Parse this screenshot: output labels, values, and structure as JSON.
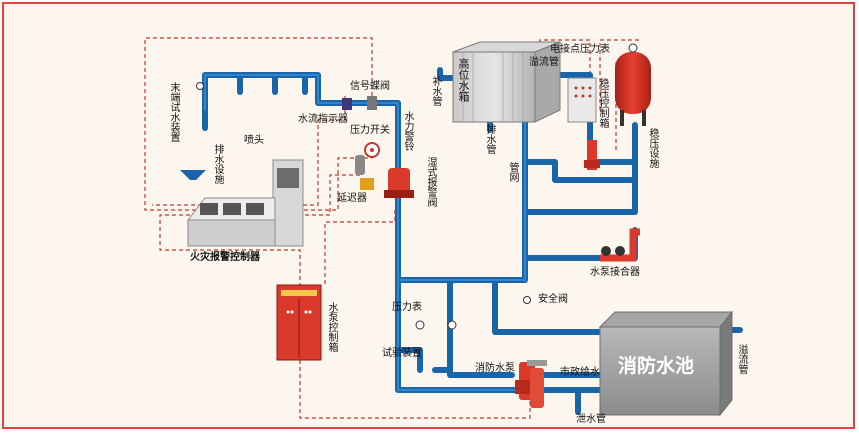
{
  "labels": {
    "signal_butterfly_valve": "信号蝶阀",
    "end_test_device": "末端试水装置",
    "flow_indicator": "水流指示器",
    "sprinkler": "喷头",
    "pressure_switch": "压力开关",
    "water_alarm_bell": "水力警铃",
    "drain_facility": "排水设施",
    "wet_alarm_valve": "湿式报警阀",
    "delay_device": "延迟器",
    "make_up_pipe": "补水管",
    "high_tank": "高位水箱",
    "overflow_pipe_top": "溢流管",
    "drain_pipe_top": "排水管",
    "pipe_network": "管网",
    "contact_pressure_gauge": "电接点压力表",
    "stabilizer_control_box": "稳压控制箱",
    "stabilizer_equipment": "稳压设施",
    "pump_adapter": "水泵接合器",
    "fire_alarm_controller": "火灾报警控制器",
    "pump_control_box": "水泵控制箱",
    "pressure_gauge": "压力表",
    "safety_valve": "安全阀",
    "test_device": "试验装置",
    "fire_pump": "消防水泵",
    "municipal_supply": "市政给水",
    "fire_pool": "消防水池",
    "overflow_pipe_right": "溢流管",
    "drain_pipe_bottom": "泄水管"
  },
  "colors": {
    "pipe": "#1a64a8",
    "pipe_light": "#2f86cf",
    "signal_line": "#c0392b",
    "pump_red": "#d93a2b",
    "frame": "#e8403f",
    "background": "#fdf6ee",
    "pool_gray": "#8e8e8e"
  }
}
